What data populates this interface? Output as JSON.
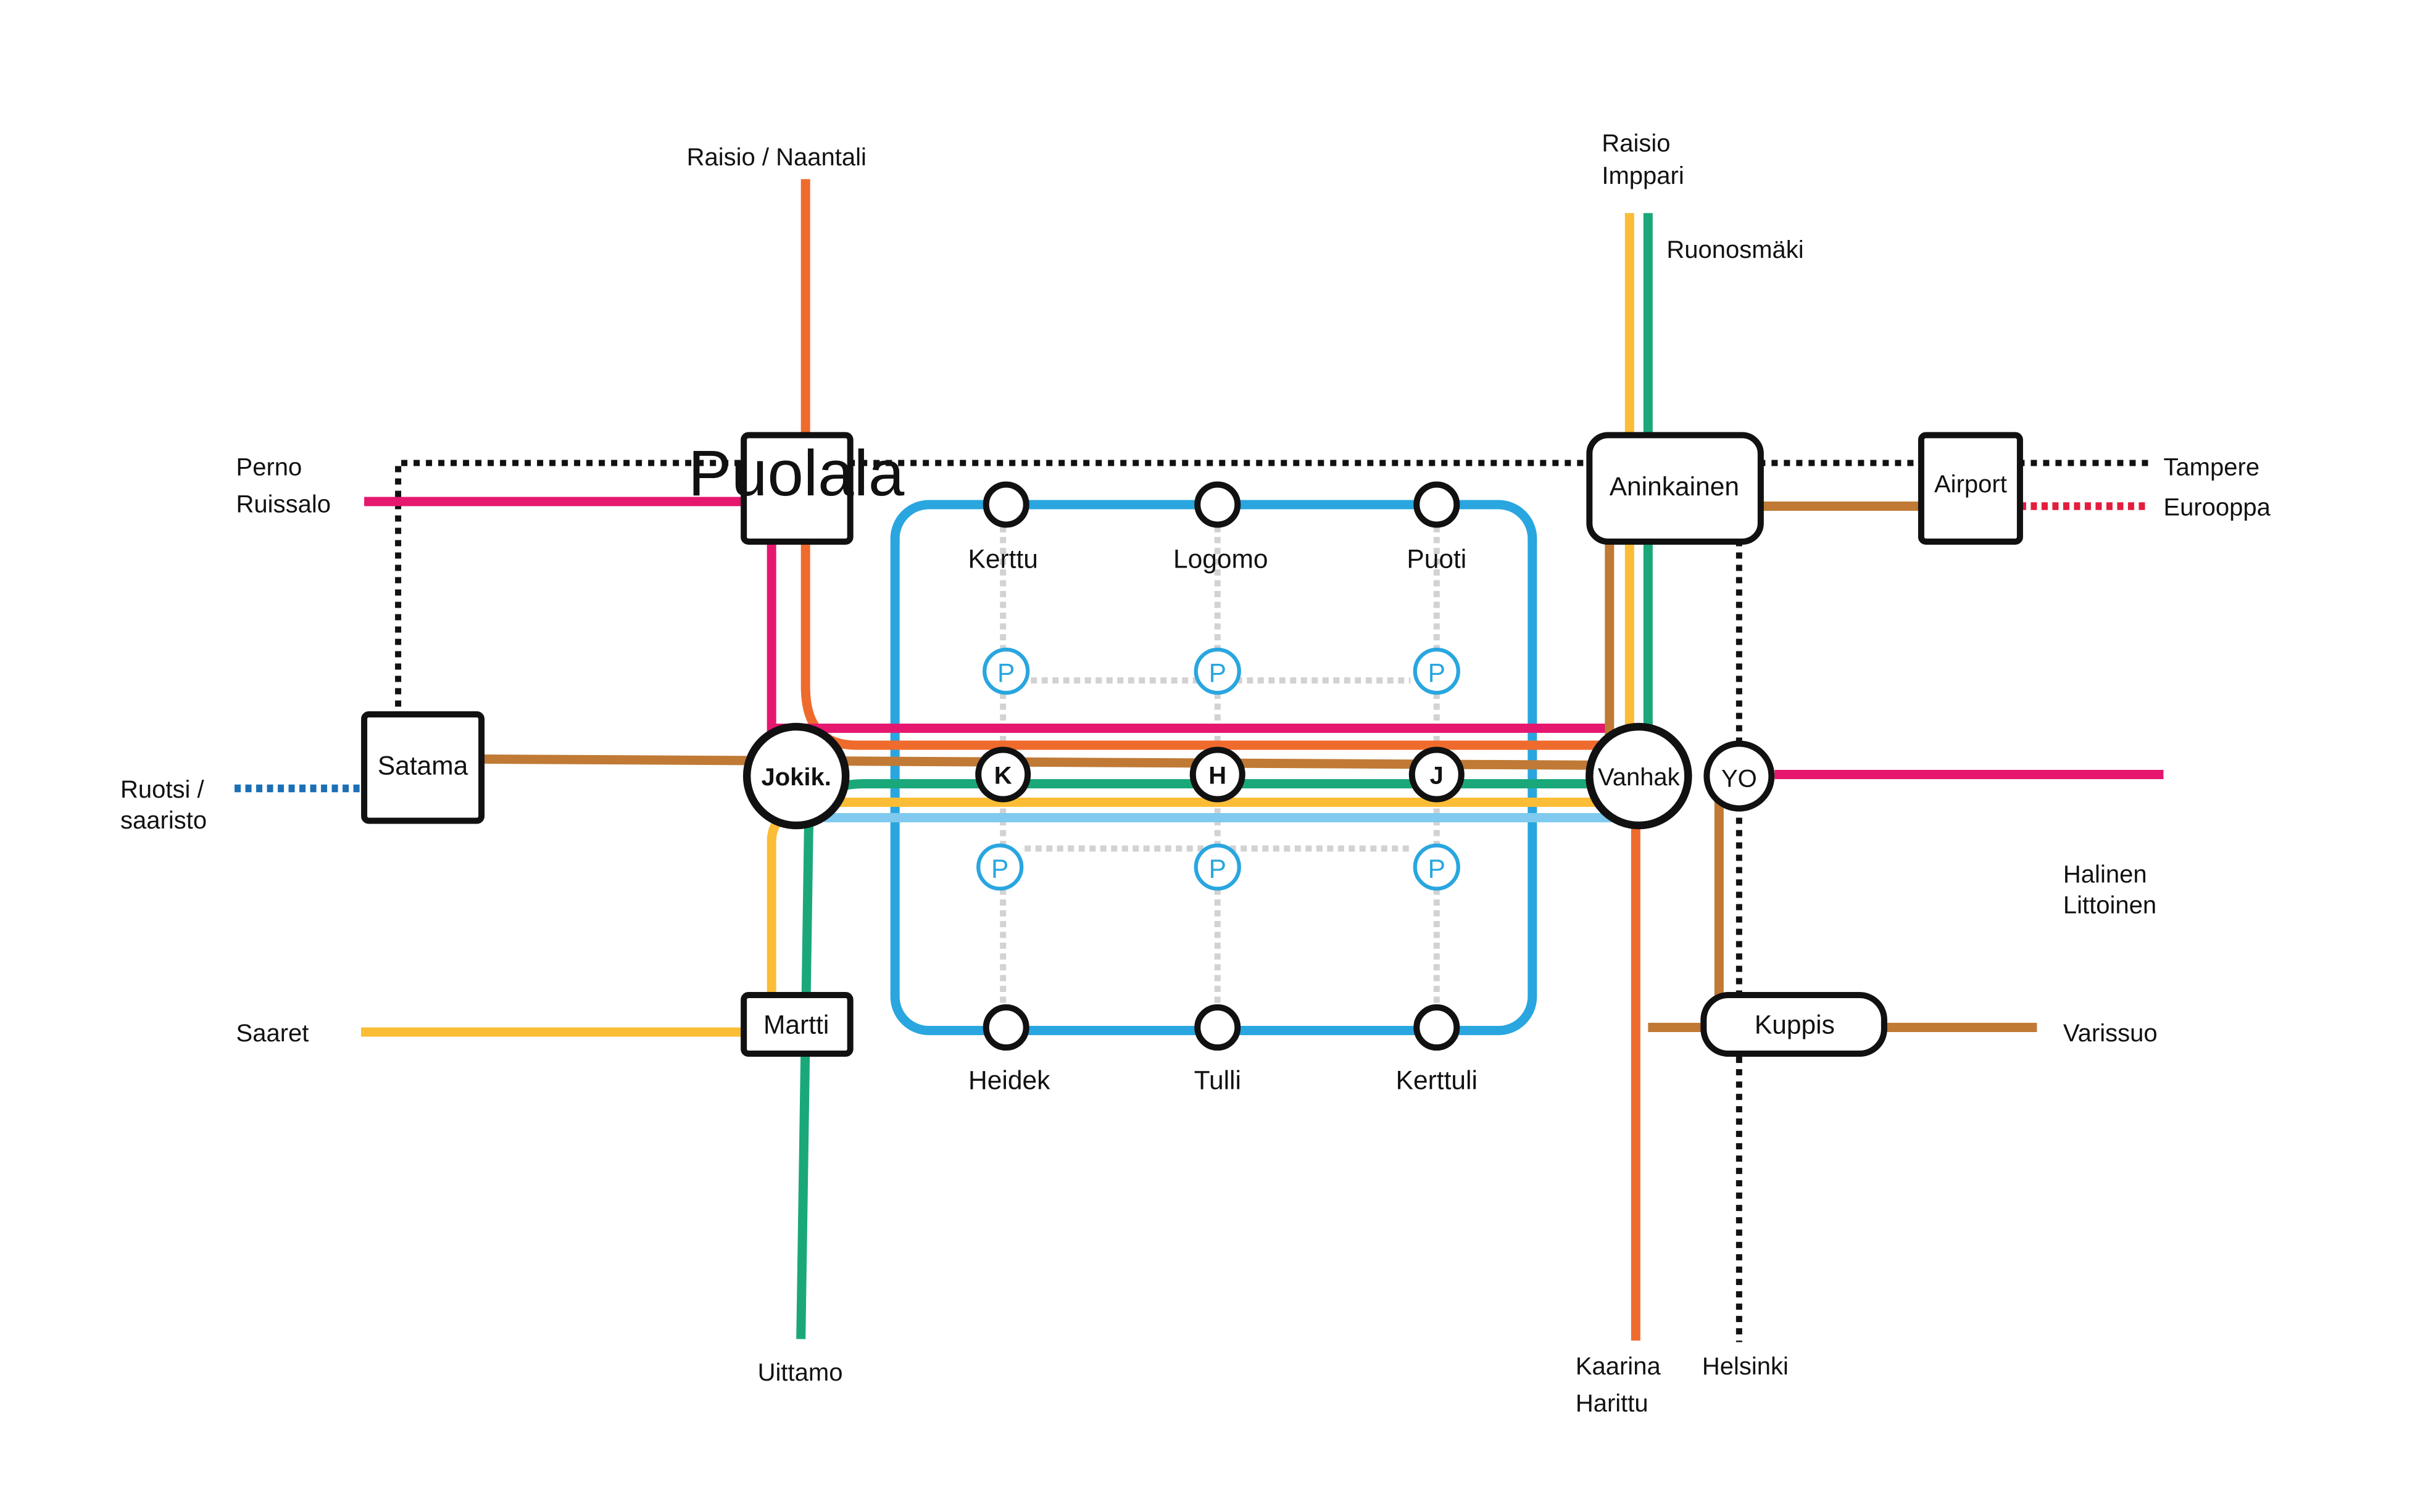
{
  "colors": {
    "orange": "#ef6b2d",
    "pink": "#e5176f",
    "brown": "#c07a35",
    "green": "#1aa87a",
    "yellow": "#fbbd35",
    "blue": "#29a6df",
    "light_blue": "#7fcaee",
    "rail_black": "#111111",
    "ferry_blue": "#1b6fb5",
    "euro_red": "#e31d3c",
    "p_connector_grey": "#d2d2d2"
  },
  "stations": {
    "puolala": "Puolala",
    "satama": "Satama",
    "jokik": "Jokik.",
    "martti": "Martti",
    "aninkainen": "Aninkainen",
    "airport": "Airport",
    "vanhak": "Vanhak",
    "yo": "YO",
    "kuppis": "Kuppis",
    "k": "K",
    "h": "H",
    "j": "J"
  },
  "loop_stops": {
    "kerttu": "Kerttu",
    "logomo": "Logomo",
    "puoti": "Puoti",
    "heidek": "Heidek",
    "tulli": "Tulli",
    "kerttuli": "Kerttuli"
  },
  "parking_symbol": "P",
  "destinations": {
    "raisio_naantali": "Raisio / Naantali",
    "raisio": "Raisio",
    "imppari": "Imppari",
    "ruonosmaki": "Ruonosmäki",
    "perno": "Perno",
    "ruissalo": "Ruissalo",
    "tampere": "Tampere",
    "eurooppa": "Eurooppa",
    "ruotsi": "Ruotsi /",
    "saaristo": "saaristo",
    "halinen": "Halinen",
    "littoinen": "Littoinen",
    "saaret": "Saaret",
    "varissuo": "Varissuo",
    "uittamo": "Uittamo",
    "kaarina": "Kaarina",
    "harittu": "Harittu",
    "helsinki": "Helsinki"
  }
}
